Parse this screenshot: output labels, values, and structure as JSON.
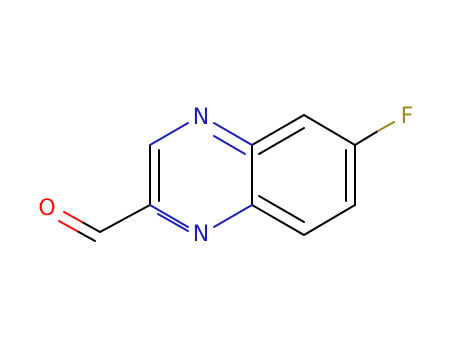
{
  "molecule": {
    "atoms": {
      "n_top": {
        "label": "N",
        "color": "#1f1fb8"
      },
      "n_bottom": {
        "label": "N",
        "color": "#1f1fb8"
      },
      "fluorine": {
        "label": "F",
        "color": "#9b8a1c"
      },
      "oxygen": {
        "label": "O",
        "color": "#ff0d0d"
      }
    },
    "bond_color": "#000000"
  }
}
